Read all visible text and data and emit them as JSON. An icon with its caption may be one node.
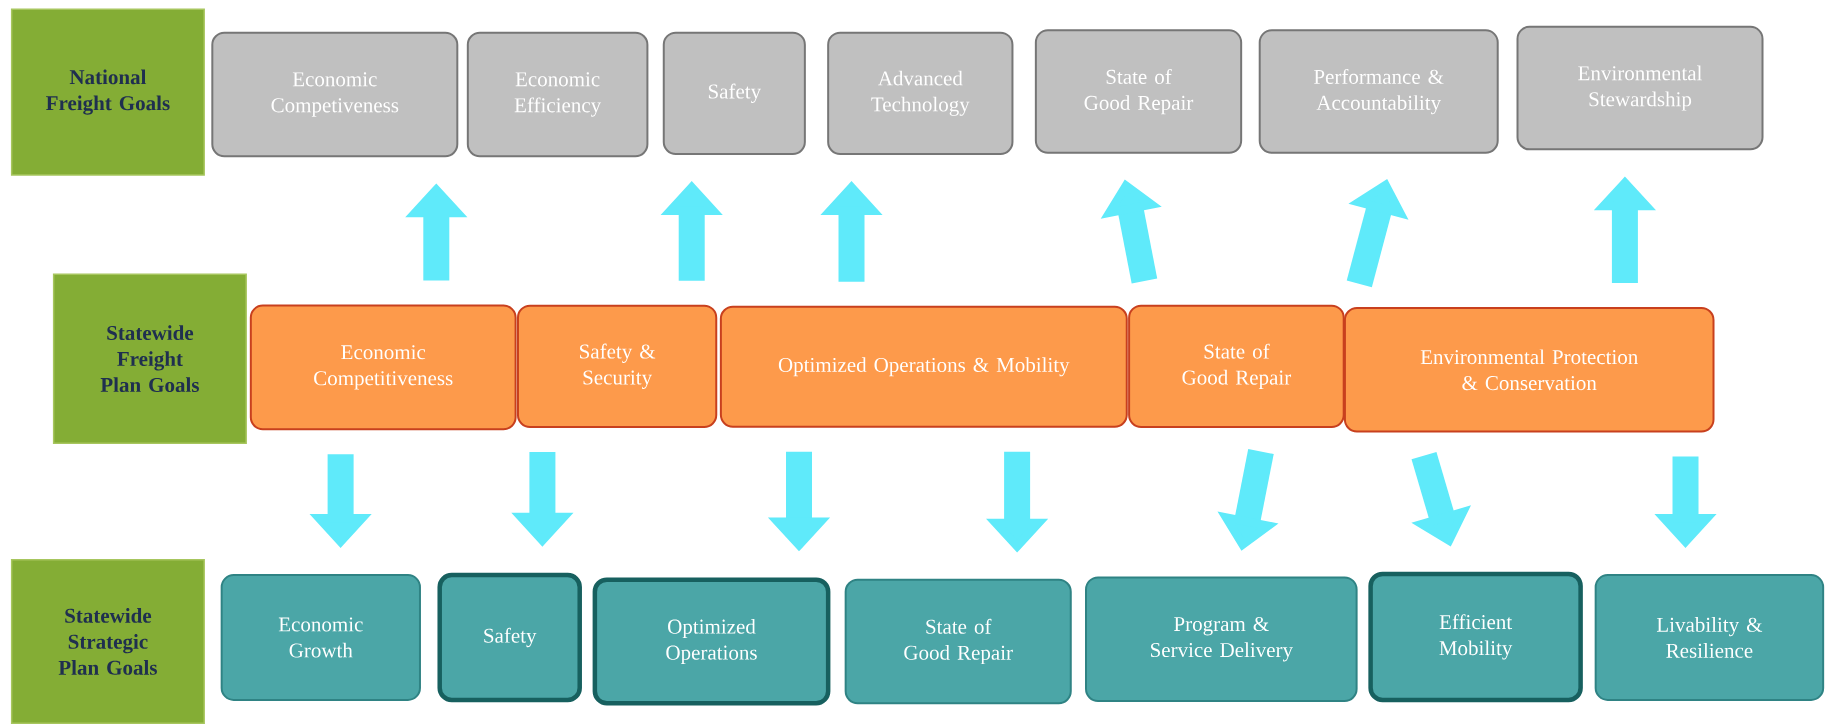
{
  "diagram": {
    "nodes": [
      {
        "text": [
          "National Freight Goals"
        ]
      },
      {
        "text": [
          "Economic Competiveness"
        ]
      },
      {
        "text": [
          "Economic Efficiency"
        ]
      },
      {
        "text": [
          "Safety"
        ]
      },
      {
        "text": [
          "Advanced Technology"
        ]
      },
      {
        "text": [
          "State of Good Repair"
        ]
      },
      {
        "text": [
          "Performance & Accountability"
        ]
      },
      {
        "text": [
          "Environmental Stewardship"
        ]
      },
      {
        "text": [
          "Statewide Freight Plan Goals"
        ]
      },
      {
        "text": [
          "Economic Competitiveness"
        ]
      },
      {
        "text": [
          "Safety & Security"
        ]
      },
      {
        "text": [
          "Optimized Operations & Mobility"
        ]
      },
      {
        "text": [
          "State of Good Repair"
        ]
      },
      {
        "text": [
          "Environmental Protection & Conservation"
        ]
      },
      {
        "text": [
          "Statewide Strategic Plan Goals"
        ]
      },
      {
        "text": [
          "Economic Growth"
        ]
      },
      {
        "text": [
          "Safety"
        ]
      },
      {
        "text": [
          "Optimized Operations"
        ]
      },
      {
        "text": [
          "State of Good Repair"
        ]
      },
      {
        "text": [
          "Program & Service Delivery"
        ]
      },
      {
        "text": [
          "Efficient Mobility"
        ]
      },
      {
        "text": [
          "Livability & Resilience"
        ]
      }
    ],
    "edges": [
      {
        "from": 9,
        "to": 1,
        "arrow": "to"
      },
      {
        "from": 10,
        "to": 3,
        "arrow": "to"
      },
      {
        "from": 11,
        "to": 4,
        "arrow": "to"
      },
      {
        "from": 12,
        "to": 5,
        "arrow": "to"
      },
      {
        "from": 13,
        "to": 6,
        "arrow": "to"
      },
      {
        "from": 13,
        "to": 7,
        "arrow": "to"
      },
      {
        "from": 9,
        "to": 15,
        "arrow": "to"
      },
      {
        "from": 10,
        "to": 16,
        "arrow": "to"
      },
      {
        "from": 11,
        "to": 17,
        "arrow": "to"
      },
      {
        "from": 11,
        "to": 18,
        "arrow": "to"
      },
      {
        "from": 12,
        "to": 19,
        "arrow": "to"
      },
      {
        "from": 13,
        "to": 20,
        "arrow": "to"
      },
      {
        "from": 13,
        "to": 21,
        "arrow": "to"
      }
    ]
  }
}
